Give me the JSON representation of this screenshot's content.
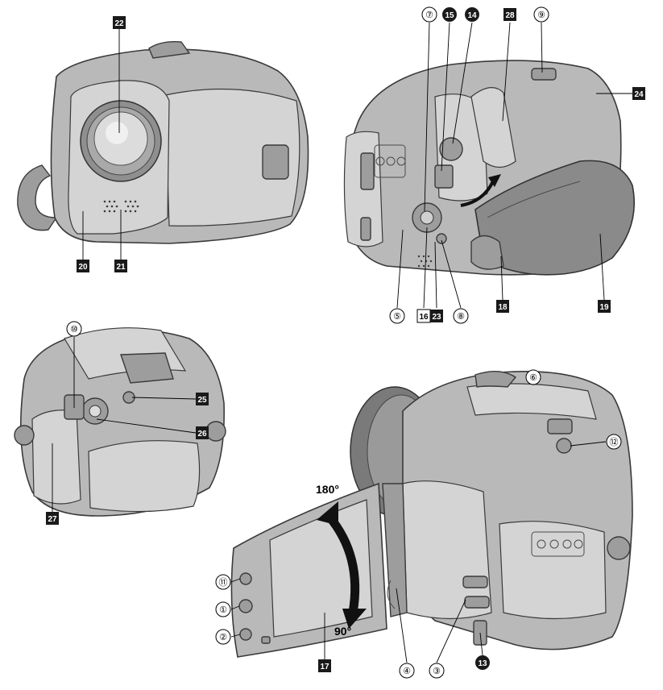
{
  "callouts": {
    "c1": "①",
    "c2": "②",
    "c3": "③",
    "c4": "④",
    "c5": "⑤",
    "c6": "⑥",
    "c7": "⑦",
    "c8": "⑧",
    "c9": "⑨",
    "c10": "⑩",
    "c11": "⑪",
    "c12": "⑫",
    "n13": "13",
    "n14": "14",
    "n15": "15",
    "n16": "16",
    "n17": "17",
    "n18": "18",
    "n19": "19",
    "n20": "20",
    "n21": "21",
    "n22": "22",
    "n23": "23",
    "n24": "24",
    "n25": "25",
    "n26": "26",
    "n27": "27",
    "n28": "28"
  },
  "angles": {
    "open": "180°",
    "tilt": "90°"
  },
  "colors": {
    "body": "#b9b9b9",
    "outline": "#3a3a3a",
    "label_fill": "#1a1a1a",
    "arrow": "#111111"
  }
}
